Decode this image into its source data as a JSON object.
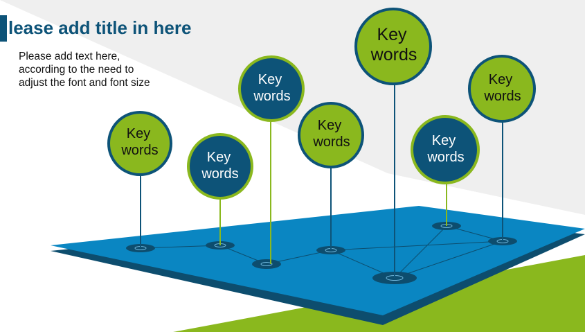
{
  "slide": {
    "title": "lease add title in here",
    "text_lines": [
      "Please add text here,",
      "according to the need to",
      "adjust the font and font size"
    ]
  },
  "nodes": [
    {
      "line1": "Key",
      "line2": "words",
      "fill": "#8ab81e",
      "ring": "#0d5378",
      "stem": "#0d5378"
    },
    {
      "line1": "Key",
      "line2": "words",
      "fill": "#0d5378",
      "ring": "#8ab81e",
      "stem": "#8ab81e"
    },
    {
      "line1": "Key",
      "line2": "words",
      "fill": "#0d5378",
      "ring": "#8ab81e",
      "stem": "#8ab81e"
    },
    {
      "line1": "Key",
      "line2": "words",
      "fill": "#8ab81e",
      "ring": "#0d5378",
      "stem": "#0d5378"
    },
    {
      "line1": "Key",
      "line2": "words",
      "fill": "#8ab81e",
      "ring": "#0d5378",
      "stem": "#0d5378"
    },
    {
      "line1": "Key",
      "line2": "words",
      "fill": "#0d5378",
      "ring": "#8ab81e",
      "stem": "#8ab81e"
    },
    {
      "line1": "Key",
      "line2": "words",
      "fill": "#8ab81e",
      "ring": "#0d5378",
      "stem": "#0d5378"
    }
  ],
  "colors": {
    "navy": "#0d5378",
    "green": "#8ab81e",
    "platform_top": "#0a86c2",
    "platform_edge": "#0d4d6e",
    "background_grey": "#efefef"
  }
}
